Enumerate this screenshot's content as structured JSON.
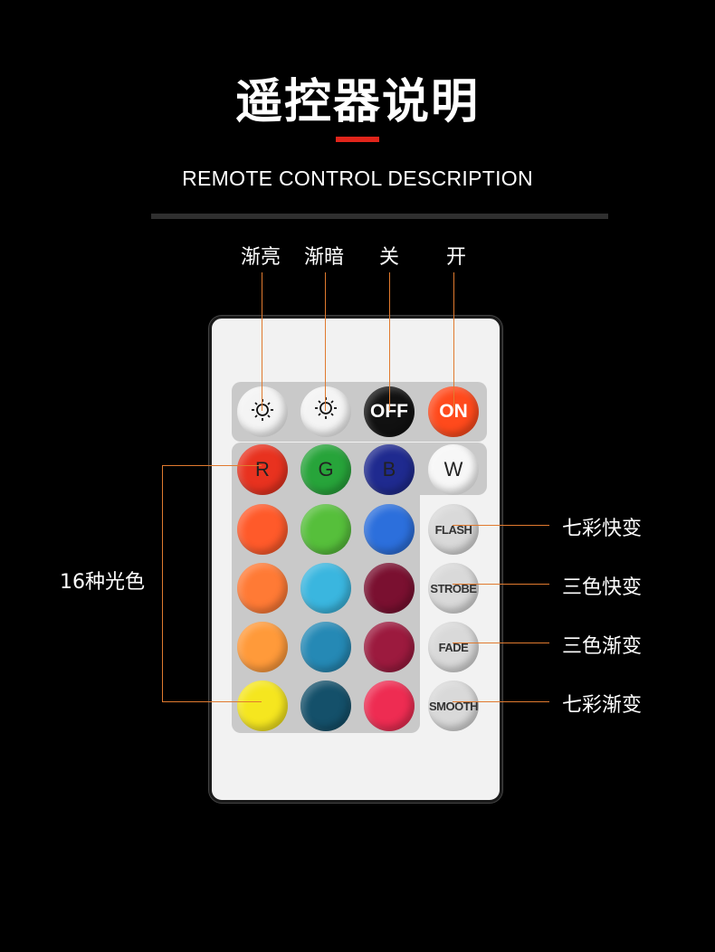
{
  "header": {
    "title": "遥控器说明",
    "subtitle": "REMOTE CONTROL DESCRIPTION"
  },
  "top_labels": {
    "brighten": "渐亮",
    "dim": "渐暗",
    "off": "关",
    "on": "开"
  },
  "left_label": "16种光色",
  "right_labels": {
    "flash": "七彩快变",
    "strobe": "三色快变",
    "fade": "三色渐变",
    "smooth": "七彩渐变"
  },
  "buttons": {
    "off": "OFF",
    "on": "ON",
    "r": "R",
    "g": "G",
    "b": "B",
    "w": "W",
    "flash": "FLASH",
    "strobe": "STROBE",
    "fade": "FADE",
    "smooth": "SMOOTH"
  },
  "colors": {
    "accent_red": "#e1251b",
    "callout_line": "#e07a2f"
  },
  "icons": {
    "brighten": "sun-up-icon",
    "dim": "sun-down-icon"
  }
}
